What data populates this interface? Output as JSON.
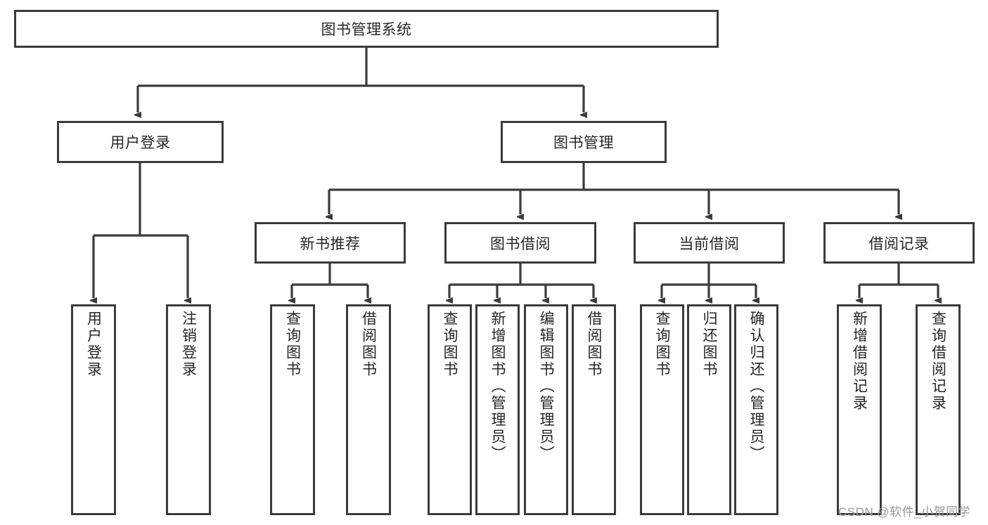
{
  "diagram": {
    "type": "tree-hierarchy",
    "title": "图书管理系统",
    "watermark": "CSDN @软件_小贺同学",
    "colors": {
      "box_border": "#3b3b3b",
      "box_fill": "#ffffff",
      "connector": "#3b3b3b",
      "text": "#262626",
      "watermark": "#9a9a9a",
      "background": "#ffffff"
    },
    "nodes": {
      "root": {
        "label": "图书管理系统",
        "level": 0
      },
      "user_login": {
        "label": "用户登录",
        "level": 1
      },
      "book_manage": {
        "label": "图书管理",
        "level": 1
      },
      "new_book_rec": {
        "label": "新书推荐",
        "level": 2
      },
      "book_borrow": {
        "label": "图书借阅",
        "level": 2
      },
      "current_borrow": {
        "label": "当前借阅",
        "level": 2
      },
      "borrow_record": {
        "label": "借阅记录",
        "level": 2
      },
      "leaf_user_login": {
        "label": "用户登录",
        "level": 3
      },
      "leaf_logout": {
        "label": "注销登录",
        "level": 3
      },
      "leaf_query_book_1": {
        "label": "查询图书",
        "level": 3
      },
      "leaf_borrow_book_1": {
        "label": "借阅图书",
        "level": 3
      },
      "leaf_query_book_2": {
        "label": "查询图书",
        "level": 3
      },
      "leaf_add_book": {
        "label": "新增图书（管理员）",
        "level": 3
      },
      "leaf_edit_book": {
        "label": "编辑图书（管理员）",
        "level": 3
      },
      "leaf_borrow_book_2": {
        "label": "借阅图书",
        "level": 3
      },
      "leaf_query_book_3": {
        "label": "查询图书",
        "level": 3
      },
      "leaf_return_book": {
        "label": "归还图书",
        "level": 3
      },
      "leaf_confirm_return": {
        "label": "确认归还（管理员）",
        "level": 3
      },
      "leaf_add_record": {
        "label": "新增借阅记录",
        "level": 3
      },
      "leaf_query_record": {
        "label": "查询借阅记录",
        "level": 3
      }
    },
    "edges": [
      {
        "from": "root",
        "to": "user_login"
      },
      {
        "from": "root",
        "to": "book_manage"
      },
      {
        "from": "book_manage",
        "to": "new_book_rec"
      },
      {
        "from": "book_manage",
        "to": "book_borrow"
      },
      {
        "from": "book_manage",
        "to": "current_borrow"
      },
      {
        "from": "book_manage",
        "to": "borrow_record"
      },
      {
        "from": "user_login",
        "to": "leaf_user_login"
      },
      {
        "from": "user_login",
        "to": "leaf_logout"
      },
      {
        "from": "new_book_rec",
        "to": "leaf_query_book_1"
      },
      {
        "from": "new_book_rec",
        "to": "leaf_borrow_book_1"
      },
      {
        "from": "book_borrow",
        "to": "leaf_query_book_2"
      },
      {
        "from": "book_borrow",
        "to": "leaf_add_book"
      },
      {
        "from": "book_borrow",
        "to": "leaf_edit_book"
      },
      {
        "from": "book_borrow",
        "to": "leaf_borrow_book_2"
      },
      {
        "from": "current_borrow",
        "to": "leaf_query_book_3"
      },
      {
        "from": "current_borrow",
        "to": "leaf_return_book"
      },
      {
        "from": "current_borrow",
        "to": "leaf_confirm_return"
      },
      {
        "from": "borrow_record",
        "to": "leaf_add_record"
      },
      {
        "from": "borrow_record",
        "to": "leaf_query_record"
      }
    ]
  }
}
